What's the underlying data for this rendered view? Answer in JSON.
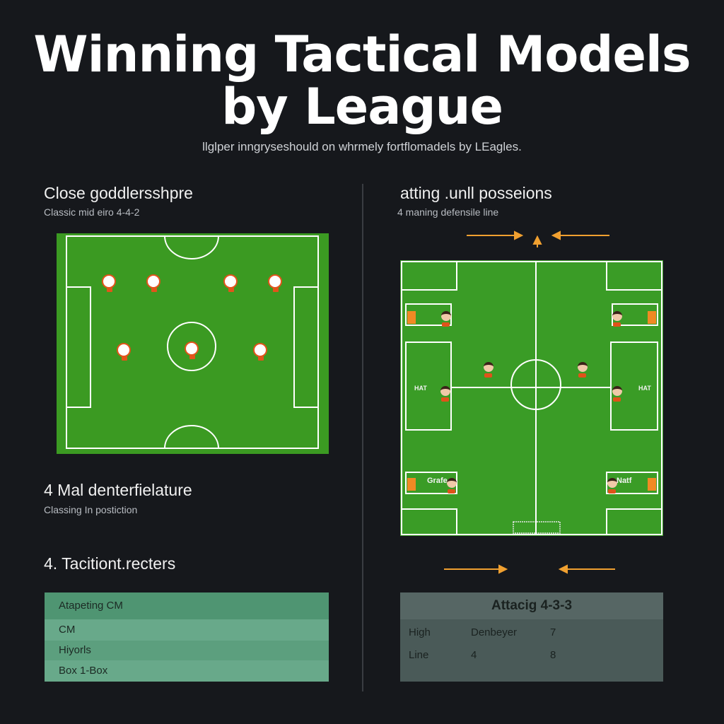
{
  "title_line1": "Winning Tactical Models",
  "title_line2": "by League",
  "subtitle": "llglper inngryseshould on whrmely fortflomadels by LEagles.",
  "left_panel": {
    "heading1": "Close goddlersshpre",
    "caption1": "Classic mid eiro 4-4-2",
    "heading2": "4 Mal denterfielature",
    "caption2": "Classing In postiction",
    "heading3": "4. Tacitiont.recters",
    "table_rows": [
      "Atapeting CM",
      "CM",
      "Hiyorls",
      "Box 1-Box"
    ]
  },
  "right_panel": {
    "heading": "atting .unll posseions",
    "caption": "4 maning defensile line",
    "pitch_labels": {
      "left_mid": "HAT",
      "right_mid": "HAT",
      "bottom_left": "Grafe",
      "bottom_right": "Natf"
    },
    "table_title": "Attacig 4-3-3",
    "table_rows": [
      [
        "High",
        "Denbeyer",
        "7"
      ],
      [
        "Line",
        "4",
        "8"
      ]
    ]
  },
  "colors": {
    "background": "#16181c",
    "pitch": "#3b9a22",
    "player_accent": "#e2541b",
    "arrow": "#f0a030"
  }
}
